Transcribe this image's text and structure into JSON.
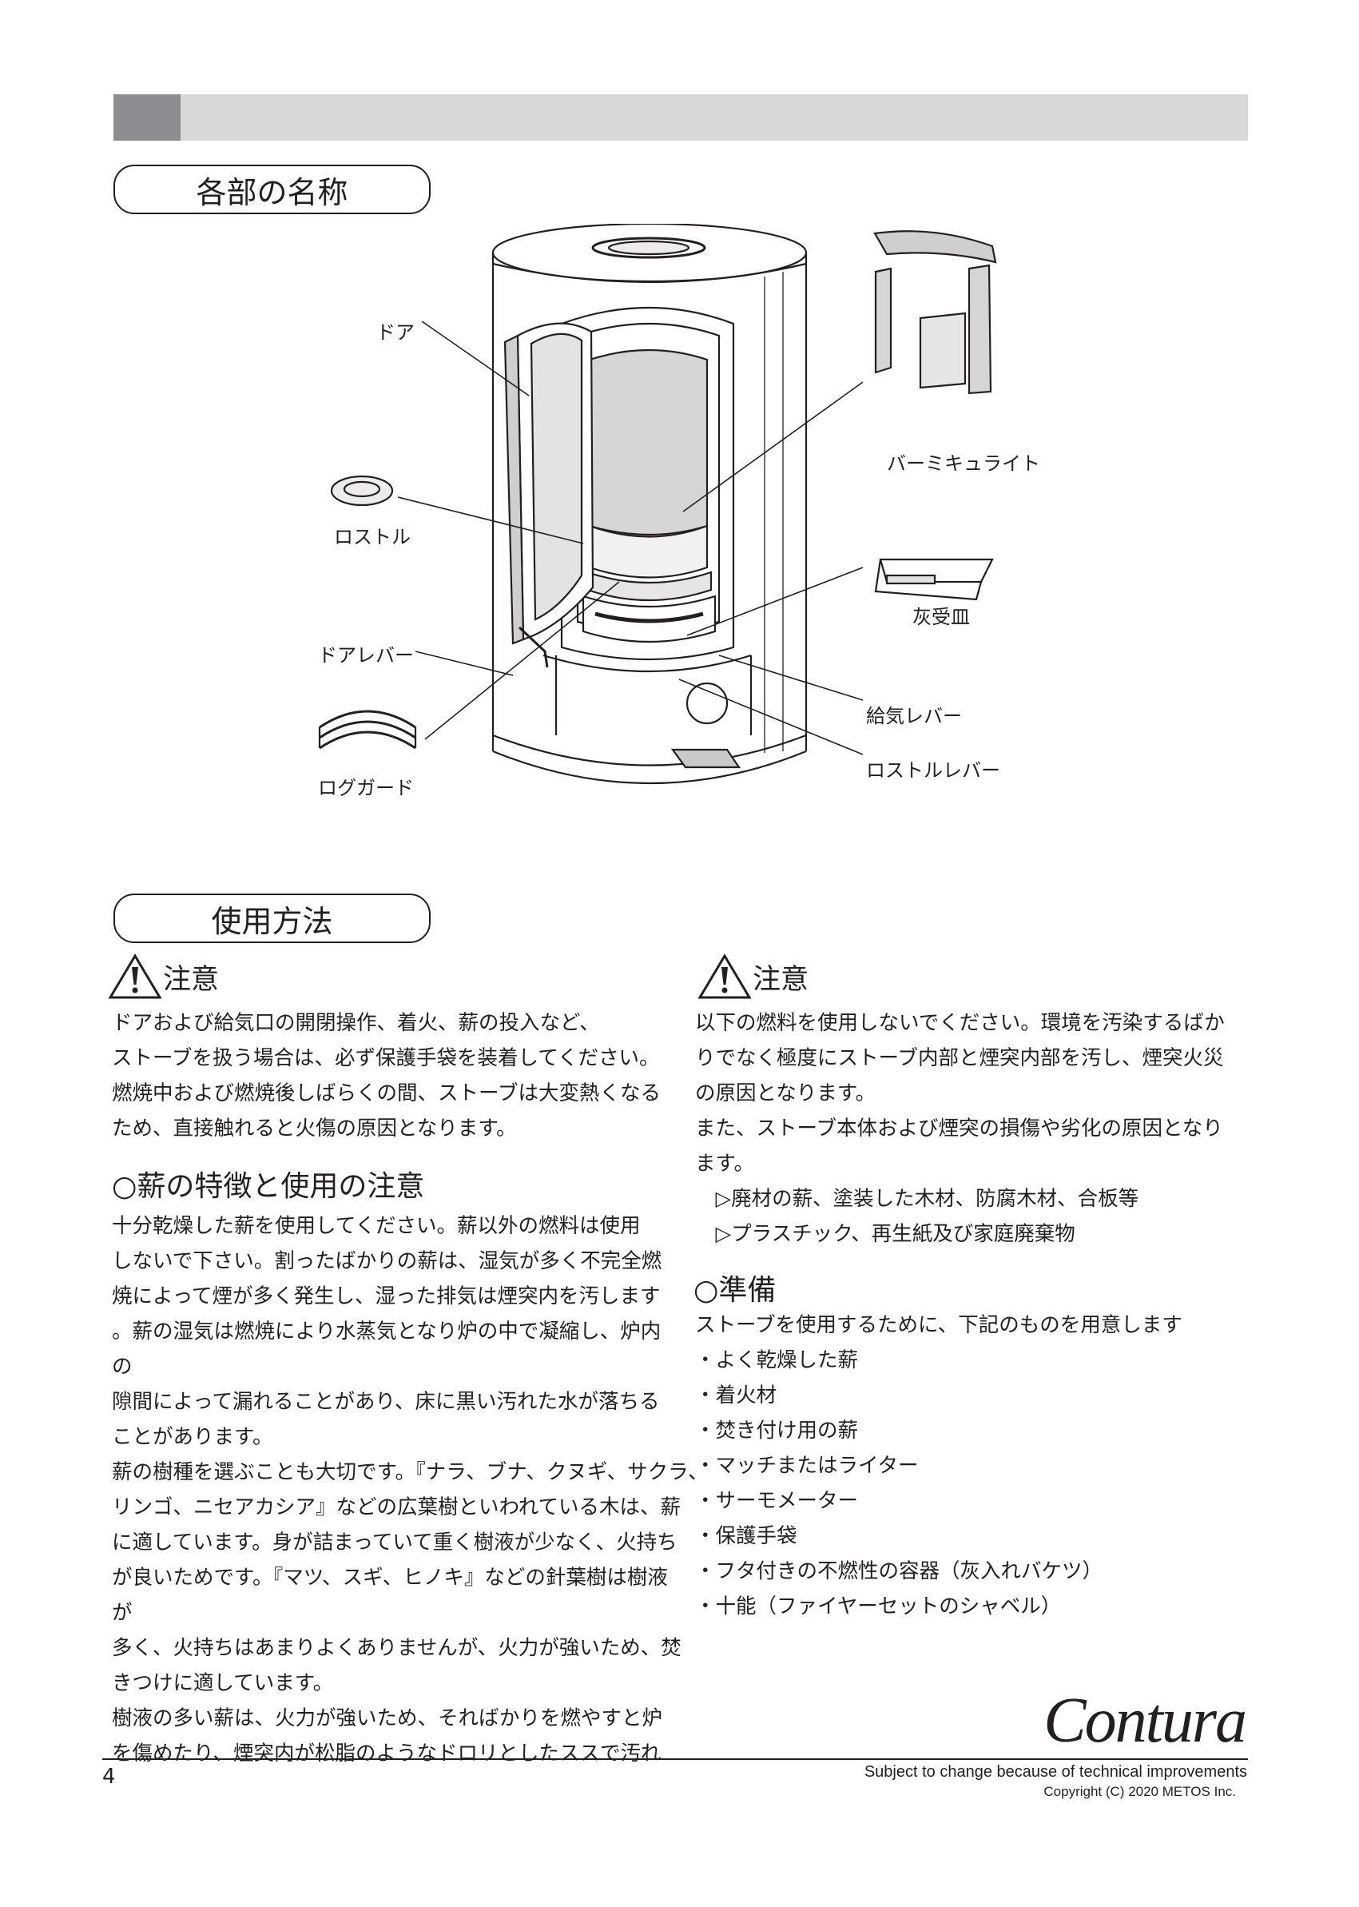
{
  "section1": {
    "title": "各部の名称"
  },
  "diagram_labels": {
    "door": "ドア",
    "grate": "ロストル",
    "door_lever": "ドアレバー",
    "log_guard": "ログガード",
    "vermiculite": "バーミキュライト",
    "ash_tray": "灰受皿",
    "air_lever": "給気レバー",
    "grate_lever": "ロストルレバー"
  },
  "section2": {
    "title": "使用方法"
  },
  "left": {
    "caution_title": "注意",
    "caution_lines": [
      "ドアおよび給気口の開閉操作、着火、薪の投入など、",
      "ストーブを扱う場合は、必ず保護手袋を装着してください。",
      "燃焼中および燃焼後しばらくの間、ストーブは大変熱くなる",
      "ため、直接触れると火傷の原因となります。"
    ],
    "wood_heading": "○薪の特徴と使用の注意",
    "wood_lines": [
      "十分乾燥した薪を使用してください。薪以外の燃料は使用",
      "しないで下さい。割ったばかりの薪は、湿気が多く不完全燃",
      "焼によって煙が多く発生し、湿った排気は煙突内を汚します",
      "。薪の湿気は燃焼により水蒸気となり炉の中で凝縮し、炉内",
      "の",
      "隙間によって漏れることがあり、床に黒い汚れた水が落ちる",
      "ことがあります。",
      "薪の樹種を選ぶことも大切です。『ナラ、ブナ、クヌギ、サクラ、",
      "リンゴ、ニセアカシア』などの広葉樹といわれている木は、薪",
      "に適しています。身が詰まっていて重く樹液が少なく、火持ち",
      "が良いためです。『マツ、スギ、ヒノキ』などの針葉樹は樹液",
      "が",
      "多く、火持ちはあまりよくありませんが、火力が強いため、焚",
      "きつけに適しています。",
      "樹液の多い薪は、火力が強いため、そればかりを燃やすと炉",
      "を傷めたり、煙突内が松脂のようなドロリとしたススで汚れ"
    ]
  },
  "right": {
    "caution_title": "注意",
    "caution_lines": [
      "以下の燃料を使用しないでください。環境を汚染するばか",
      "りでなく極度にストーブ内部と煙突内部を汚し、煙突火災",
      "の原因となります。",
      "また、ストーブ本体および煙突の損傷や劣化の原因となり",
      "ます。",
      "　▷廃材の薪、塗装した木材、防腐木材、合板等",
      "　▷プラスチック、再生紙及び家庭廃棄物"
    ],
    "prep_heading": "○準備",
    "prep_lines": [
      "ストーブを使用するために、下記のものを用意します",
      "・よく乾燥した薪",
      "・着火材",
      "・焚き付け用の薪",
      "・マッチまたはライター",
      "・サーモメーター",
      "・保護手袋",
      "・フタ付きの不燃性の容器（灰入れバケツ）",
      "・十能（ファイヤーセットのシャベル）"
    ]
  },
  "footer": {
    "brand": "Contura",
    "page_number": "4",
    "notice": "Subject to change because of technical improvements",
    "copyright": "Copyright (C) 2020 METOS Inc."
  }
}
